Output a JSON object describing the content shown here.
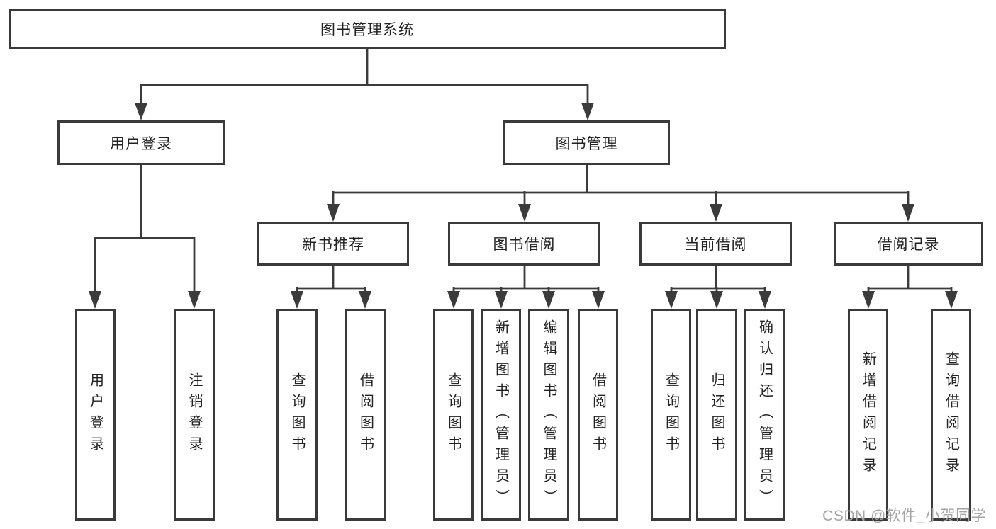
{
  "diagram": {
    "title": "图书管理系统",
    "root": {
      "label": "图书管理系统"
    },
    "level2": {
      "user_login": {
        "label": "用户登录"
      },
      "book_management": {
        "label": "图书管理"
      }
    },
    "level3": {
      "new_book_recommend": {
        "label": "新书推荐"
      },
      "book_borrow": {
        "label": "图书借阅"
      },
      "current_borrow": {
        "label": "当前借阅"
      },
      "borrow_record": {
        "label": "借阅记录"
      }
    },
    "leaves": {
      "user_login": [
        "用户登录",
        "注销登录"
      ],
      "new_book_recommend": [
        "查询图书",
        "借阅图书"
      ],
      "book_borrow": [
        "查询图书",
        "新增图书（管理员）",
        "编辑图书（管理员）",
        "借阅图书"
      ],
      "current_borrow": [
        "查询图书",
        "归还图书",
        "确认归还（管理员）"
      ],
      "borrow_record": [
        "新增借阅记录",
        "查询借阅记录"
      ]
    },
    "line_color": "#3b3b3b",
    "border_color": "#3a3a3a"
  },
  "watermark": {
    "text": "CSDN @软件_小贺同学",
    "color": "#a3a4a8"
  }
}
